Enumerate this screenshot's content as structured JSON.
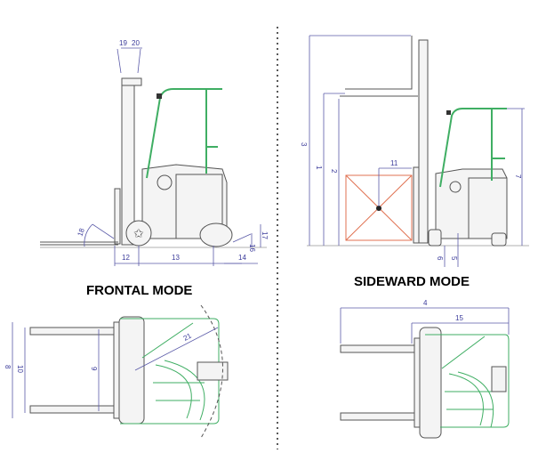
{
  "titles": {
    "frontal": "FRONTAL MODE",
    "sideward": "SIDEWARD MODE"
  },
  "frontal_side_dims": {
    "d19": "19",
    "d20": "20",
    "d12": "12",
    "d13": "13",
    "d14": "14",
    "d18": "18",
    "d16": "16",
    "d17": "17"
  },
  "sideward_side_dims": {
    "d3": "3",
    "d1": "1",
    "d2": "2",
    "d11": "11",
    "d7": "7",
    "d6": "6",
    "d5": "5"
  },
  "frontal_top_dims": {
    "d8": "8",
    "d10": "10",
    "d9": "9",
    "d21": "21"
  },
  "sideward_top_dims": {
    "d4": "4",
    "d15": "15"
  },
  "colors": {
    "dimension": "#5a5aa8",
    "overhead_guard": "#3fae63",
    "load": "#e07050"
  }
}
